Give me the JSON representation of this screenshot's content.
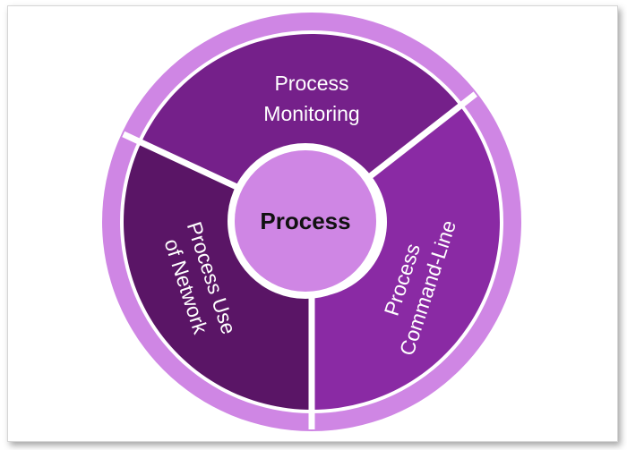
{
  "diagram": {
    "center": {
      "label": "Process"
    },
    "segments": [
      {
        "id": "monitoring",
        "line1": "Process",
        "line2": "Monitoring"
      },
      {
        "id": "command-line",
        "line1": "Process",
        "line2": "Command-Line"
      },
      {
        "id": "network",
        "line1": "Process Use",
        "line2": "of Network"
      }
    ],
    "colors": {
      "outer_ring": "#cf86e4",
      "segment_top": "#75208a",
      "segment_right": "#8a2aa4",
      "segment_left": "#5a1566",
      "center_circle": "#cf86e4",
      "separator": "#ffffff"
    }
  }
}
